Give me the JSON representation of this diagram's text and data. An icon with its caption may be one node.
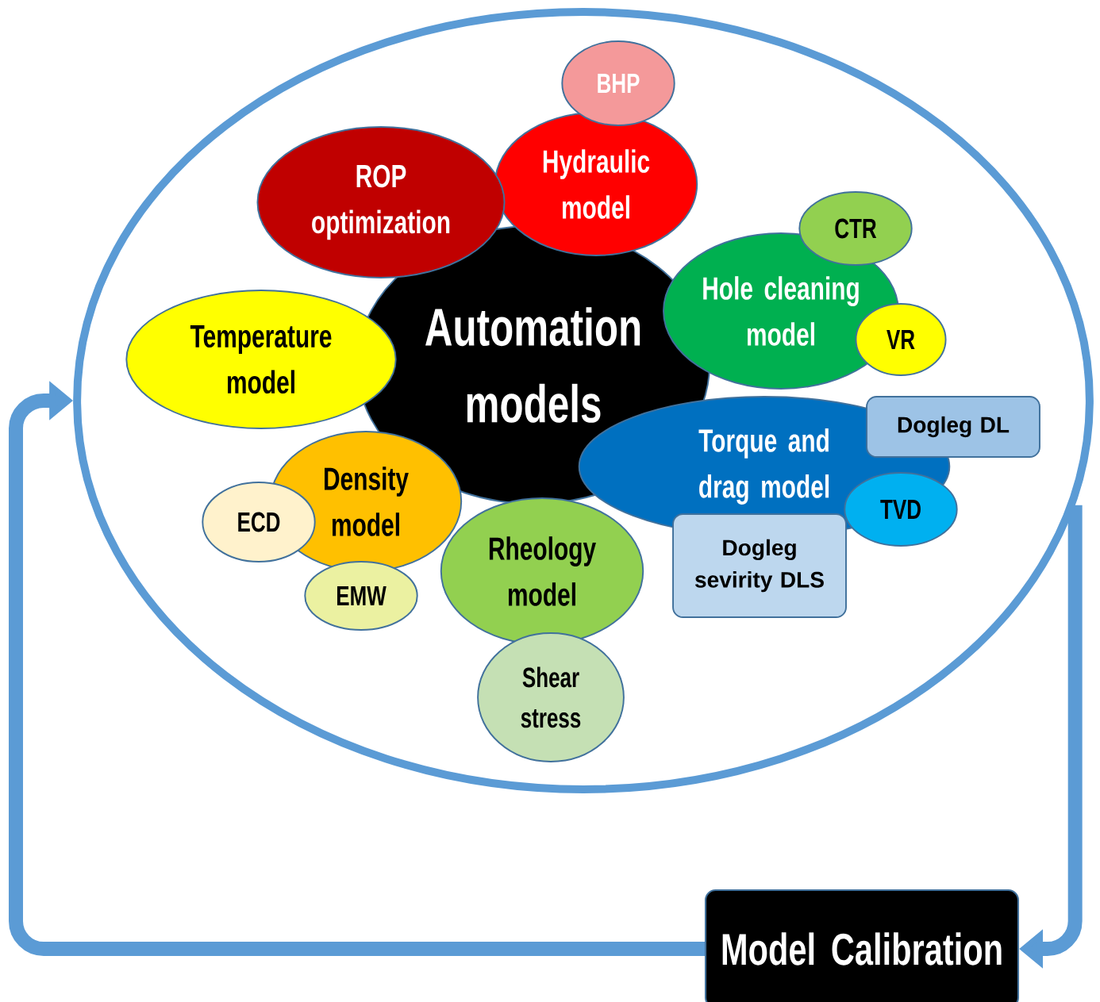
{
  "diagram": {
    "nodes": [
      {
        "text": [],
        "shape": "ellipse"
      },
      {
        "text": [
          "Automation models"
        ],
        "in": 0
      },
      {
        "text": [
          "BHP"
        ],
        "in": 0
      },
      {
        "text": [
          "Hydraulic model"
        ],
        "in": 0
      },
      {
        "text": [
          "ROP optimization"
        ],
        "in": 0
      },
      {
        "text": [
          "CTR"
        ],
        "in": 0
      },
      {
        "text": [
          "Hole cleaning model"
        ],
        "in": 0
      },
      {
        "text": [
          "VR"
        ],
        "in": 0
      },
      {
        "text": [
          "Temperature model"
        ],
        "in": 0
      },
      {
        "text": [
          "Torque and drag model"
        ],
        "in": 0
      },
      {
        "text": [
          "Dogleg DL"
        ],
        "in": 0
      },
      {
        "text": [
          "TVD"
        ],
        "in": 0
      },
      {
        "text": [
          "Dogleg sevirity DLS"
        ],
        "in": 0
      },
      {
        "text": [
          "Density model"
        ],
        "in": 0
      },
      {
        "text": [
          "ECD"
        ],
        "in": 0
      },
      {
        "text": [
          "EMW"
        ],
        "in": 0
      },
      {
        "text": [
          "Rheology model"
        ],
        "in": 0
      },
      {
        "text": [
          "Shear stress"
        ],
        "in": 0
      },
      {
        "text": [
          "Model Calibration"
        ]
      }
    ],
    "edges": [
      {
        "from": 0,
        "to": 18,
        "arrow": "to"
      },
      {
        "from": 18,
        "to": 0,
        "arrow": "to"
      }
    ]
  }
}
